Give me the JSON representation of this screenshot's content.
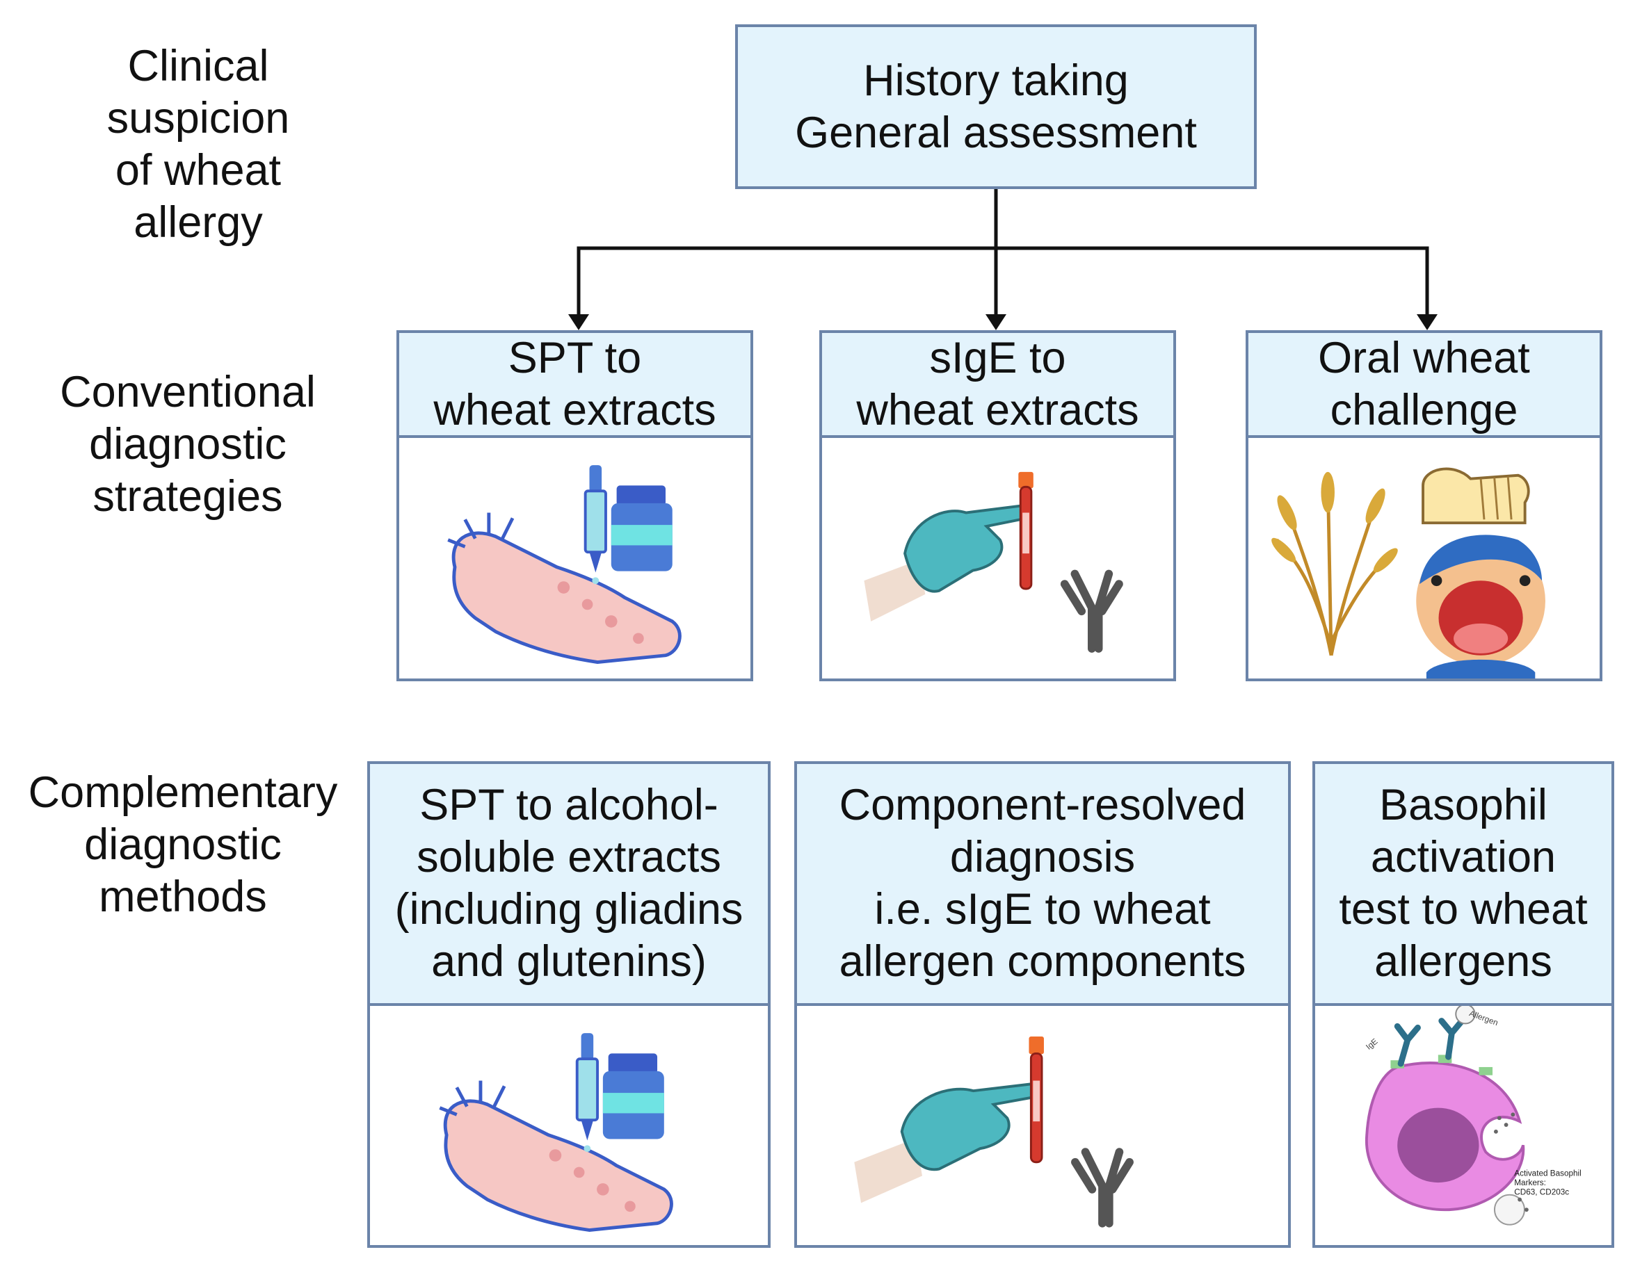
{
  "rows": {
    "clinical": [
      "Clinical",
      "suspicion",
      "of wheat",
      "allergy"
    ],
    "conventional": [
      "Conventional",
      "diagnostic",
      "strategies"
    ],
    "complementary": [
      "Complementary",
      "diagnostic",
      "methods"
    ]
  },
  "top_box": [
    "History taking",
    "General assessment"
  ],
  "conventional_boxes": [
    {
      "lines": [
        "SPT to",
        "wheat extracts"
      ],
      "illustration": "hand-dropper-bottle-icon"
    },
    {
      "lines": [
        "sIgE to",
        "wheat extracts"
      ],
      "illustration": "gloved-hand-blood-tube-antibody-icon"
    },
    {
      "lines": [
        "Oral wheat",
        "challenge"
      ],
      "illustration": "wheat-bread-child-icon"
    }
  ],
  "complementary_boxes": [
    {
      "lines": [
        "SPT to alcohol-",
        "soluble extracts",
        "(including gliadins",
        "and glutenins)"
      ],
      "illustration": "hand-dropper-bottle-icon"
    },
    {
      "lines": [
        "Component-resolved",
        "diagnosis",
        "i.e. sIgE to wheat",
        "allergen components"
      ],
      "illustration": "gloved-hand-blood-tube-antibody-icon"
    },
    {
      "lines": [
        "Basophil",
        "activation",
        "test to wheat",
        "allergens"
      ],
      "illustration": "basophil-cell-icon"
    }
  ],
  "basophil_labels": {
    "allergen": "Allergen",
    "ige": "IgE",
    "activated": "Activated Basophil",
    "markers": "Markers:",
    "cds": "CD63, CD203c"
  },
  "colors": {
    "box_fill": "#e3f3fc",
    "box_border": "#6b84a9",
    "arrow": "#111111",
    "skin": "#f6c7c4",
    "hand_outline": "#3a5cc7",
    "glove": "#4db8c0",
    "tube_red": "#d63a2e",
    "antibody": "#555555",
    "cell_pink": "#e98be3",
    "wheat": "#d9a93a"
  }
}
